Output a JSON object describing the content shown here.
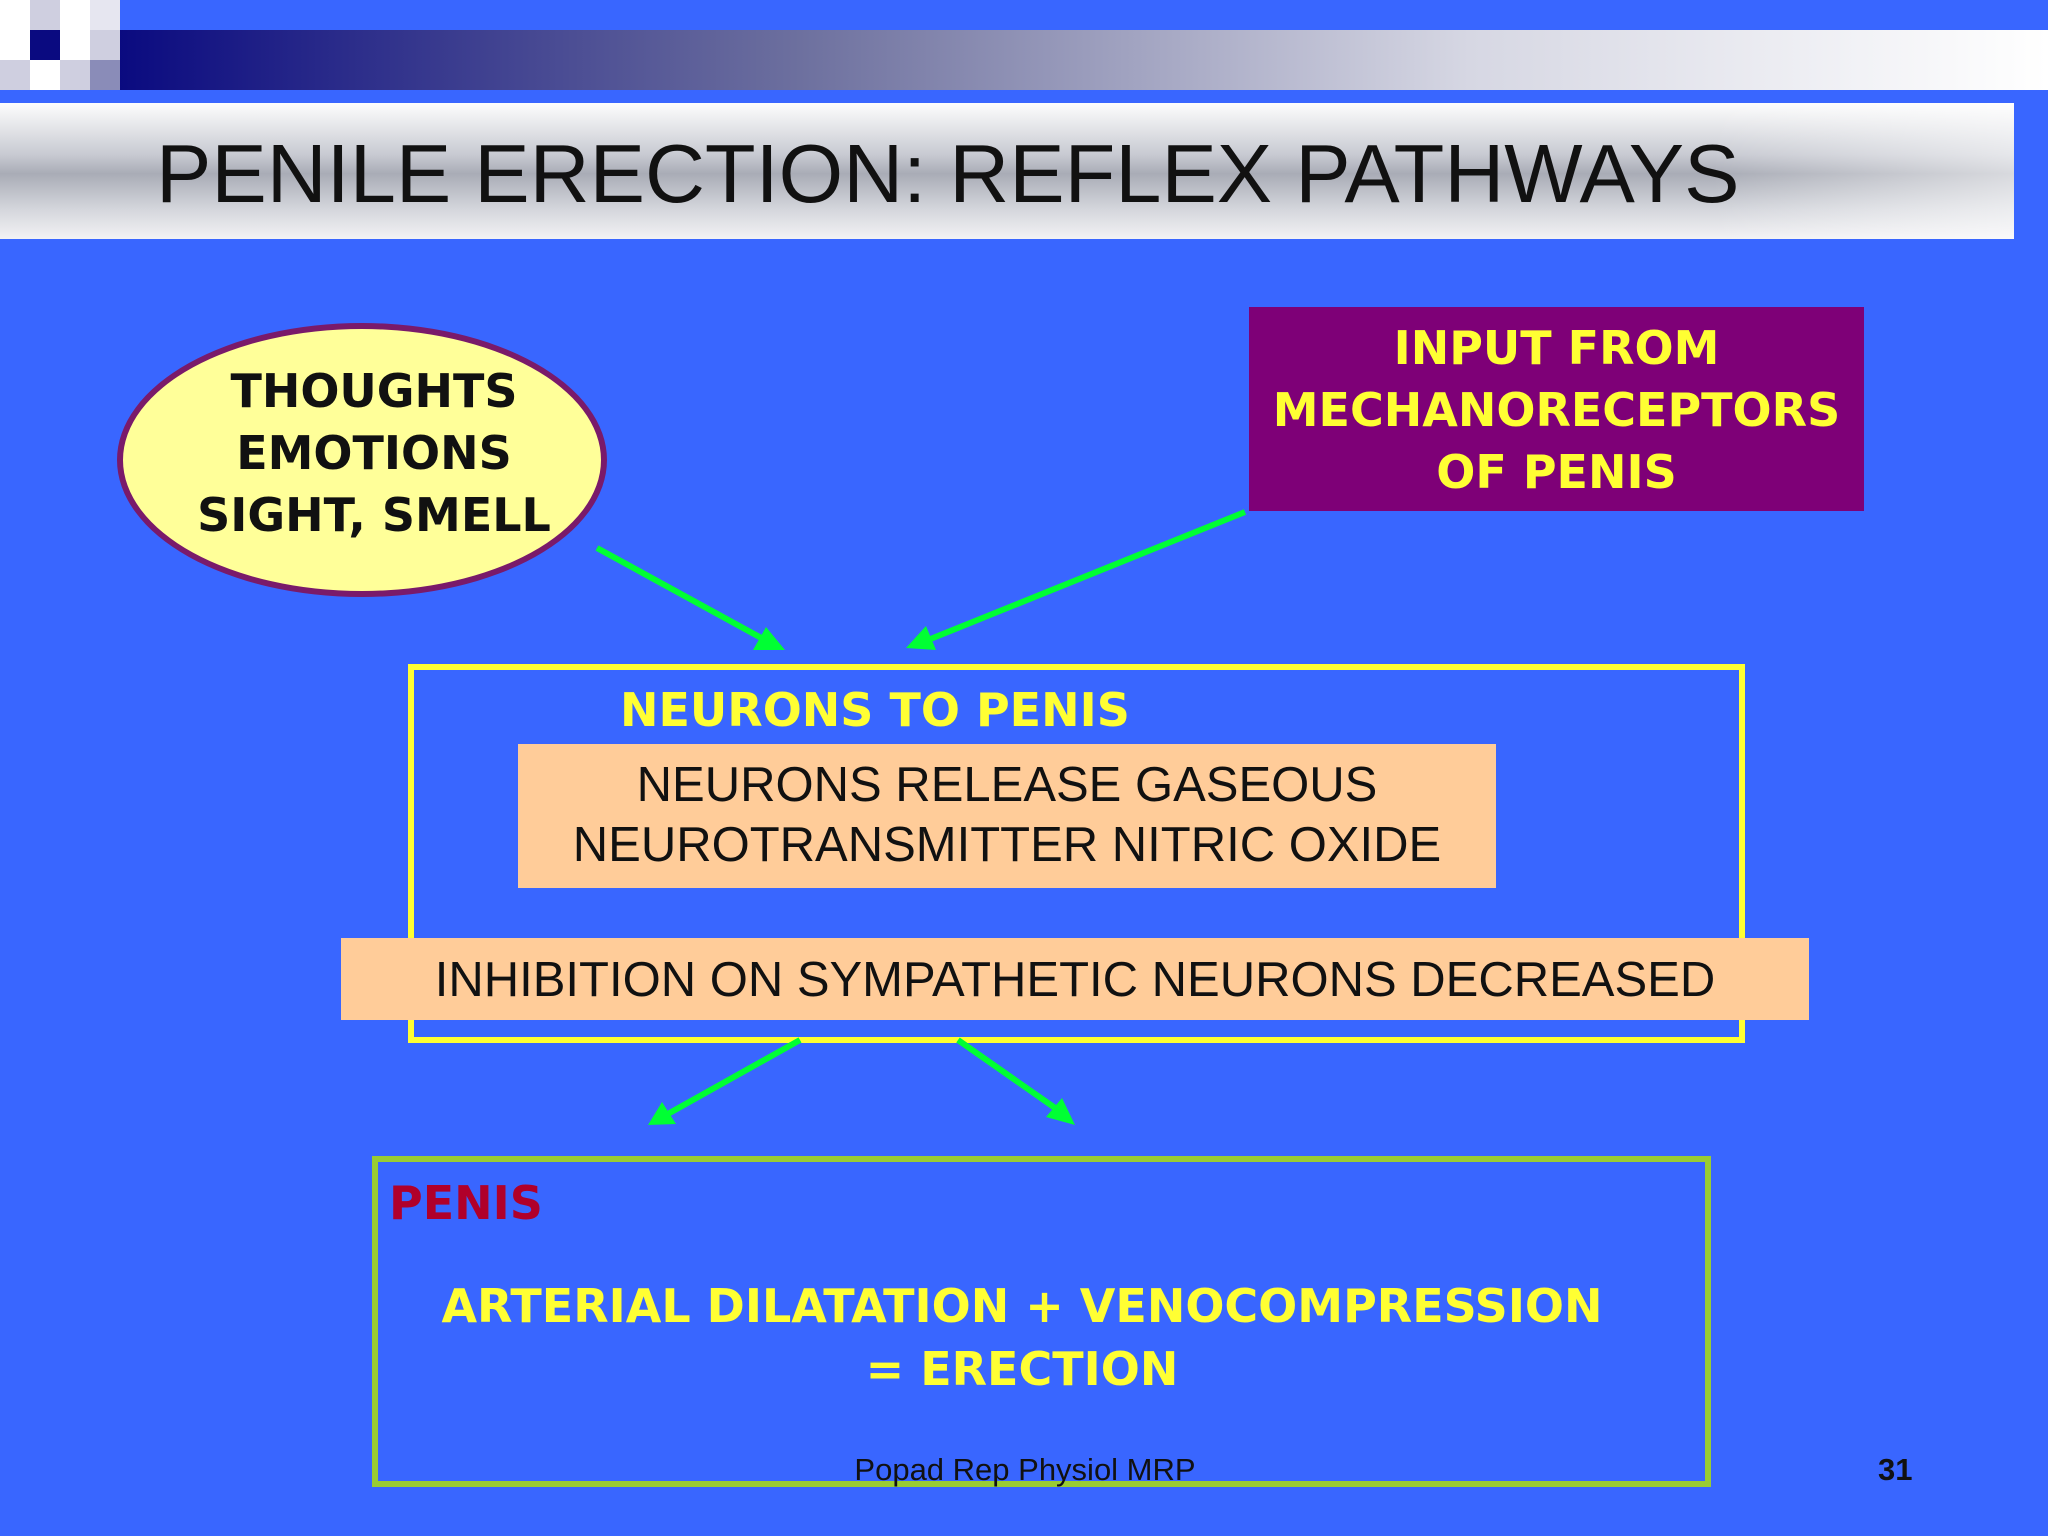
{
  "slide": {
    "title": "PENILE ERECTION: REFLEX PATHWAYS",
    "footer": "Popad Rep Physiol MRP",
    "page_number": "31"
  },
  "diagram": {
    "thoughts": {
      "lines": [
        "THOUGHTS",
        "EMOTIONS",
        "SIGHT, SMELL"
      ]
    },
    "mechanoreceptors": {
      "lines": [
        "INPUT FROM",
        "MECHANORECEPTORS",
        "OF PENIS"
      ]
    },
    "neurons": {
      "title": "NEURONS TO PENIS",
      "release_lines": [
        "NEURONS RELEASE GASEOUS",
        "NEUROTRANSMITTER NITRIC OXIDE"
      ],
      "inhibition": "INHIBITION ON SYMPATHETIC NEURONS DECREASED"
    },
    "penis": {
      "label": "PENIS",
      "result_lines": [
        "ARTERIAL DILATATION + VENOCOMPRESSION",
        "= ERECTION"
      ]
    }
  },
  "colors": {
    "background": "#3966ff",
    "arrow": "#00ff33",
    "ellipse_fill": "#ffff99",
    "ellipse_border": "#7a1a6a",
    "mech_fill": "#7e0077",
    "yellow_text": "#ffff33",
    "peach_box": "#ffcc99",
    "penis_frame": "#99cc33",
    "penis_label": "#b0002a"
  }
}
